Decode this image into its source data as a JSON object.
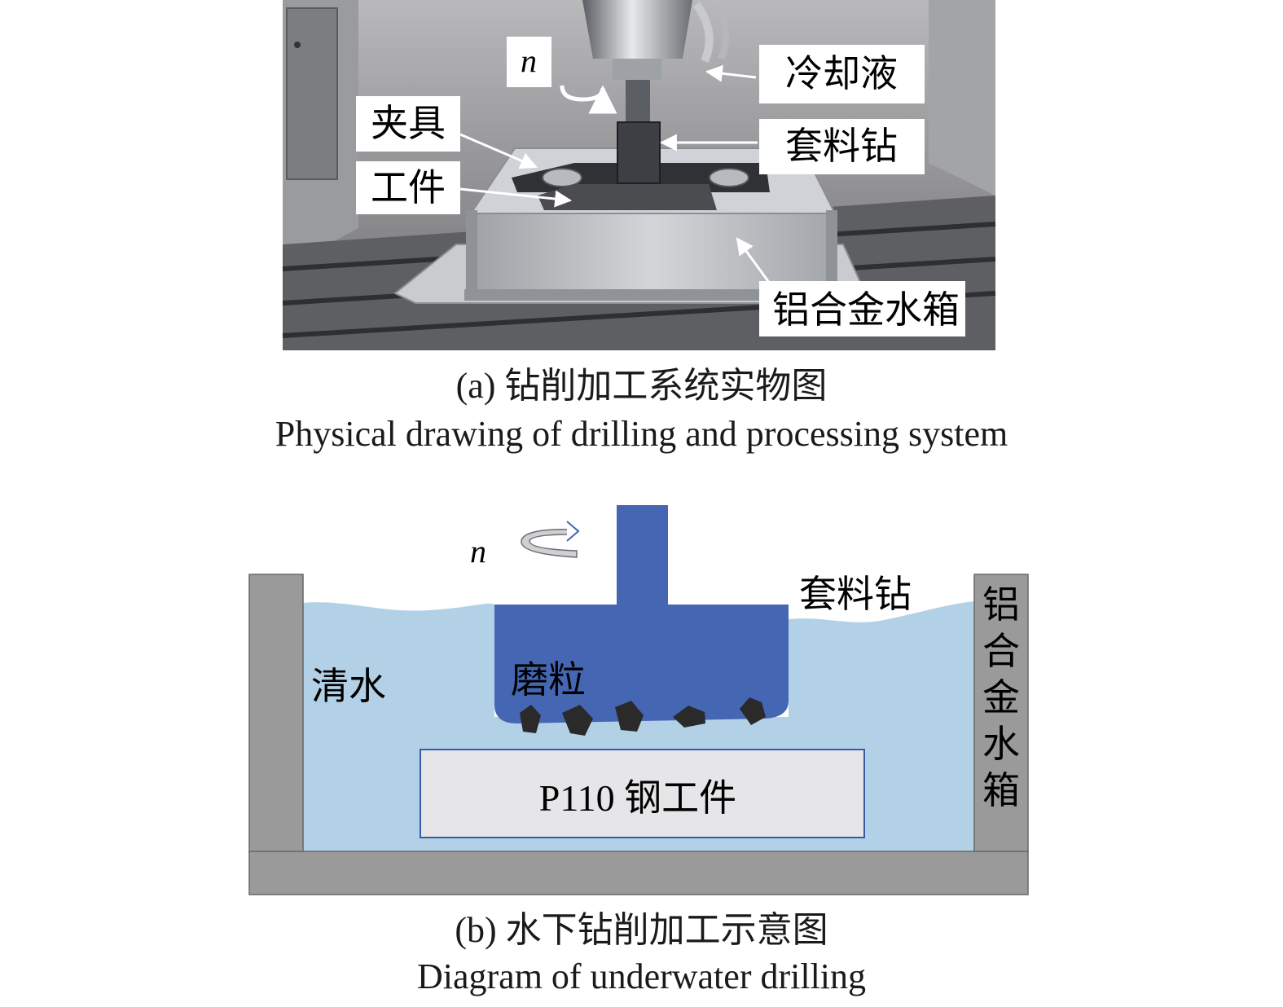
{
  "panel_a": {
    "labels": {
      "n": "n",
      "coolant": "冷却液",
      "fixture": "夹具",
      "core_drill": "套料钻",
      "workpiece": "工件",
      "water_tank": "铝合金水箱"
    },
    "caption_cn": "(a) 钻削加工系统实物图",
    "caption_en": "Physical drawing of drilling and processing system"
  },
  "panel_b": {
    "labels": {
      "n": "n",
      "core_drill": "套料钻",
      "clean_water": "清水",
      "abrasive": "磨粒",
      "workpiece": "P110 钢工件",
      "tank_chars": [
        "铝",
        "合",
        "金",
        "水",
        "箱"
      ]
    },
    "caption_cn": "(b) 水下钻削加工示意图",
    "caption_en": "Diagram of underwater drilling"
  },
  "colors": {
    "water": "#b3d1e6",
    "drill": "#4466b3",
    "tank_wall": "#9a9a9a",
    "workpiece": "#e6e6e9",
    "grain": "#2a2a2a",
    "photo_bg": "#8c8c8f"
  }
}
